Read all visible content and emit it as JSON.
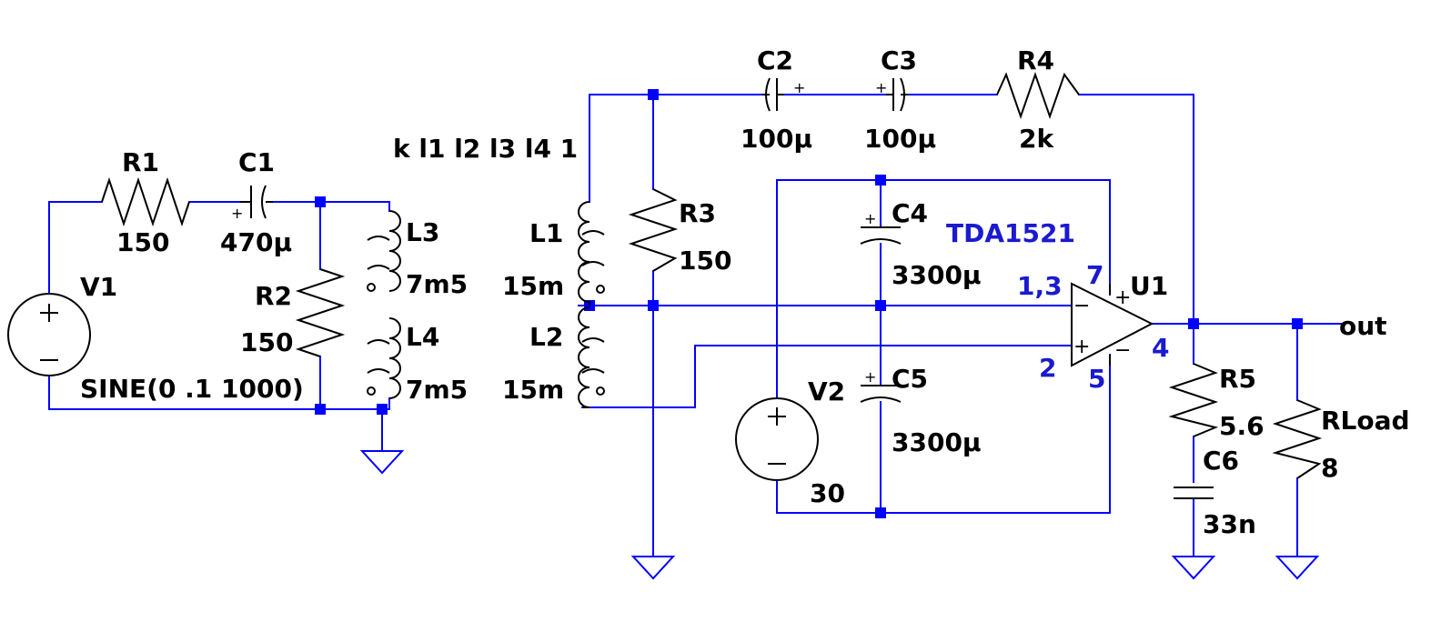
{
  "components": {
    "V1": {
      "name": "V1",
      "value": "SINE(0 .1 1000)"
    },
    "R1": {
      "name": "R1",
      "value": "150"
    },
    "C1": {
      "name": "C1",
      "value": "470µ"
    },
    "R2": {
      "name": "R2",
      "value": "150"
    },
    "L3": {
      "name": "L3",
      "value": "7m5"
    },
    "L4": {
      "name": "L4",
      "value": "7m5"
    },
    "L1": {
      "name": "L1",
      "value": "15m"
    },
    "L2": {
      "name": "L2",
      "value": "15m"
    },
    "R3": {
      "name": "R3",
      "value": "150"
    },
    "C2": {
      "name": "C2",
      "value": "100µ"
    },
    "C3": {
      "name": "C3",
      "value": "100µ"
    },
    "R4": {
      "name": "R4",
      "value": "2k"
    },
    "C4": {
      "name": "C4",
      "value": "3300µ"
    },
    "C5": {
      "name": "C5",
      "value": "3300µ"
    },
    "V2": {
      "name": "V2",
      "value": "30"
    },
    "U1": {
      "name": "U1",
      "value": "TDA1521"
    },
    "R5": {
      "name": "R5",
      "value": "5.6"
    },
    "C6": {
      "name": "C6",
      "value": "33n"
    },
    "RLoad": {
      "name": "RLoad",
      "value": "8"
    }
  },
  "directive": "k l1 l2 l3 l4 1",
  "pins": {
    "inv": "1,3",
    "noninv": "2",
    "vplus": "7",
    "vminus": "5",
    "out": "4"
  },
  "net_labels": {
    "out": "out"
  },
  "colors": {
    "wire": "#0000ff",
    "component": "#000000",
    "pin_label": "#1a1ad0",
    "background": "#ffffff"
  }
}
